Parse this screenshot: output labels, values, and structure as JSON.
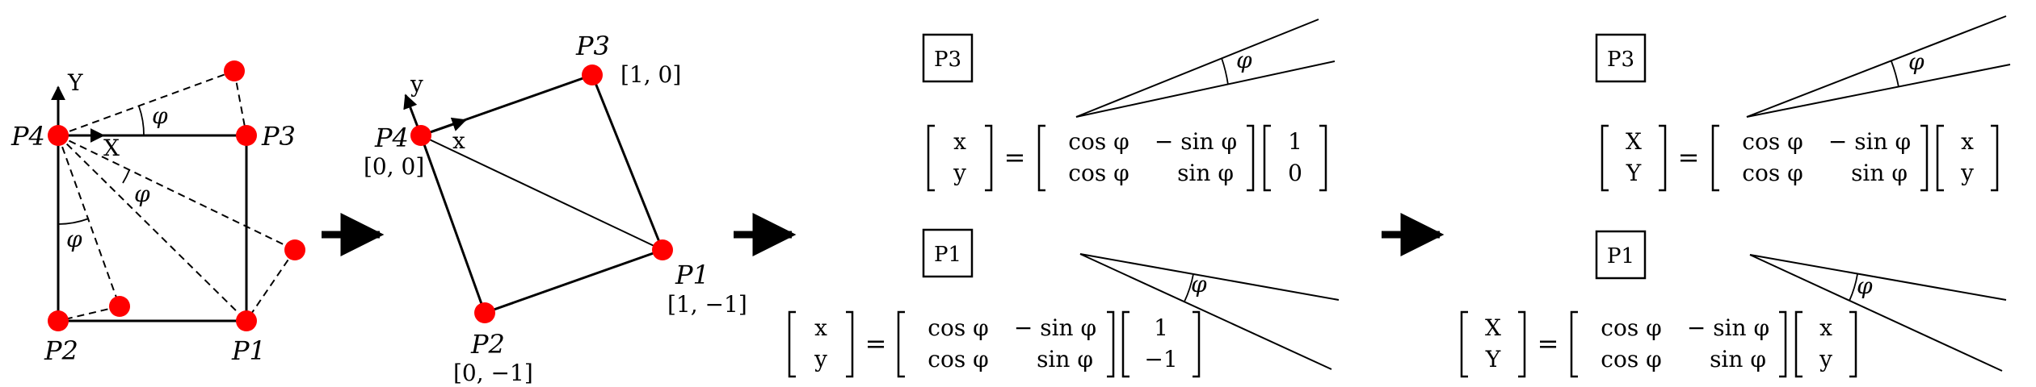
{
  "diagram": {
    "panel1": {
      "axis_y": "Y",
      "axis_x": "X",
      "p1": "P1",
      "p2": "P2",
      "p3": "P3",
      "p4": "P4",
      "phi": "φ"
    },
    "panel2": {
      "axis_y": "y",
      "axis_x": "x",
      "p1": "P1",
      "p2": "P2",
      "p3": "P3",
      "p4": "P4",
      "p1_coord": "[1, −1]",
      "p2_coord": "[0, −1]",
      "p3_coord": "[1, 0]",
      "p4_coord": "[0, 0]"
    },
    "panel3": {
      "box_top": "P3",
      "box_bottom": "P1",
      "phi": "φ",
      "top_eq": {
        "lhs": [
          "x",
          "y"
        ],
        "rot": [
          [
            "cos φ",
            "− sin φ"
          ],
          [
            "cos φ",
            "sin φ"
          ]
        ],
        "vec": [
          "1",
          "0"
        ]
      },
      "bottom_eq": {
        "lhs": [
          "x",
          "y"
        ],
        "rot": [
          [
            "cos φ",
            "− sin φ"
          ],
          [
            "cos φ",
            "sin φ"
          ]
        ],
        "vec": [
          "1",
          "−1"
        ]
      }
    },
    "panel4": {
      "box_top": "P3",
      "box_bottom": "P1",
      "phi": "φ",
      "top_eq": {
        "lhs": [
          "X",
          "Y"
        ],
        "rot": [
          [
            "cos φ",
            "− sin φ"
          ],
          [
            "cos φ",
            "sin φ"
          ]
        ],
        "vec": [
          "x",
          "y"
        ]
      },
      "bottom_eq": {
        "lhs": [
          "X",
          "Y"
        ],
        "rot": [
          [
            "cos φ",
            "− sin φ"
          ],
          [
            "cos φ",
            "sin φ"
          ]
        ],
        "vec": [
          "x",
          "y"
        ]
      }
    },
    "equals": "=",
    "point_color": "#ff0000"
  }
}
